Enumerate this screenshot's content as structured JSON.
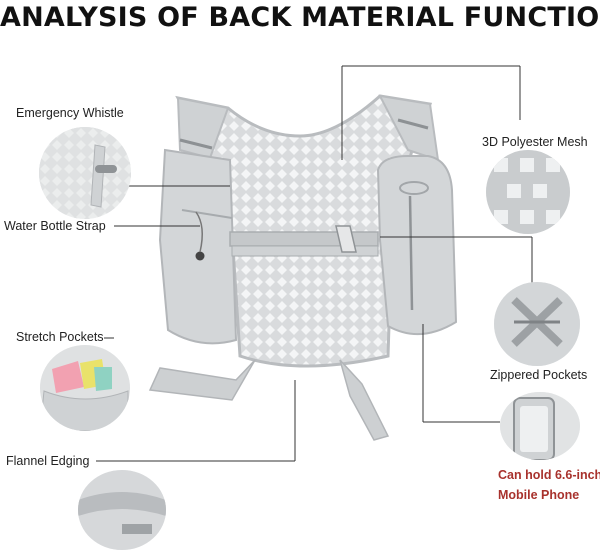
{
  "title": "ANALYSIS OF BACK MATERIAL FUNCTION",
  "features": {
    "emergency_whistle": "Emergency Whistle",
    "water_bottle_strap": "Water Bottle Strap",
    "stretch_pockets": "Stretch Pockets",
    "flannel_edging": "Flannel Edging",
    "polyester_mesh": "3D Polyester Mesh",
    "zippered_pockets": "Zippered Pockets"
  },
  "phone_note": {
    "line1": "Can hold 6.6-inch",
    "line2": "Mobile Phone"
  },
  "colors": {
    "product": "#d7d9db",
    "product_dark": "#b5b8bb",
    "callout_line": "#333333",
    "phone_note": "#a8322d"
  }
}
